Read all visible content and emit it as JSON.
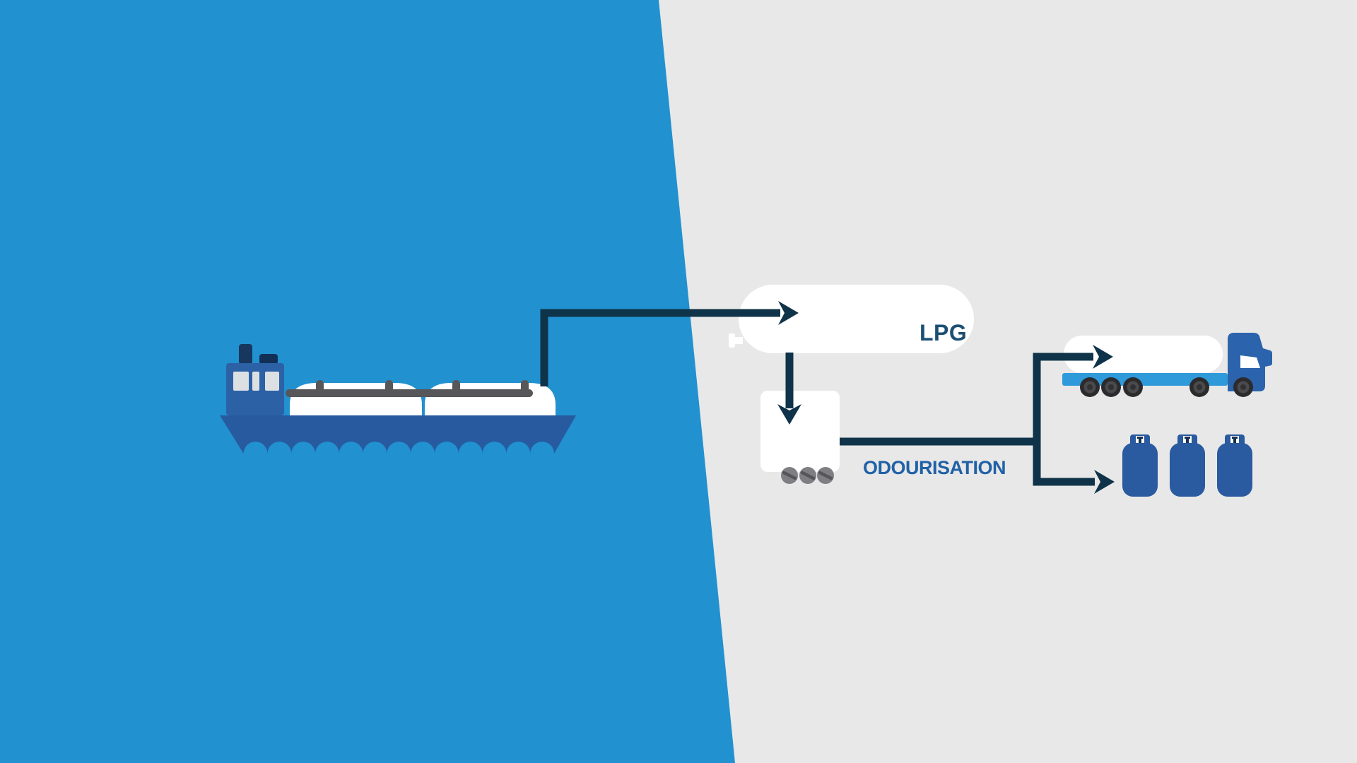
{
  "scene": {
    "description": "LPG supply chain infographic: ship delivers LPG to storage tank, gas passes through odourisation unit, then is distributed by tanker truck and in gas cylinders",
    "split_layout": {
      "left_panel_color": "#2191d0",
      "right_panel_color": "#e8e8e8"
    }
  },
  "labels": {
    "tank": "LPG",
    "process": "ODOURISATION"
  },
  "icons": {
    "ship": "lpg-carrier-ship-icon",
    "storage_tank": "lpg-storage-tank-icon",
    "odourisation_unit": "odourisation-unit-icon",
    "truck": "tanker-truck-icon",
    "cylinders": "gas-cylinder-icon",
    "arrows": "flow-arrow-icon"
  },
  "flow_arrow_count": 4,
  "gas_cylinder_count": 3,
  "colors": {
    "panel_left": "#2191d0",
    "panel_right": "#e8e8e8",
    "arrow_navy": "#0f3349",
    "ship_hull": "#275a9f",
    "ship_cabin": "#2c61a6",
    "ship_chimney": "#17375e",
    "ship_chimney_dark": "#123055",
    "ship_window": "#dde0e3",
    "deck_rail_gray": "#57575a",
    "container_white": "#ffffff",
    "label_lpg": "#1b4f74",
    "label_odourisation": "#2061a7",
    "knob_gray": "#7f7f83",
    "knob_slash": "#55555a",
    "truck_cab_blue": "#2b63ac",
    "truck_chassis_blue": "#2e9ada",
    "wheel_outer": "#2b2b2d",
    "wheel_inner": "#4a4a4c",
    "wheel_hub": "#313133",
    "cylinder_blue": "#2a5aa0",
    "cylinder_valve": "#16314f"
  }
}
